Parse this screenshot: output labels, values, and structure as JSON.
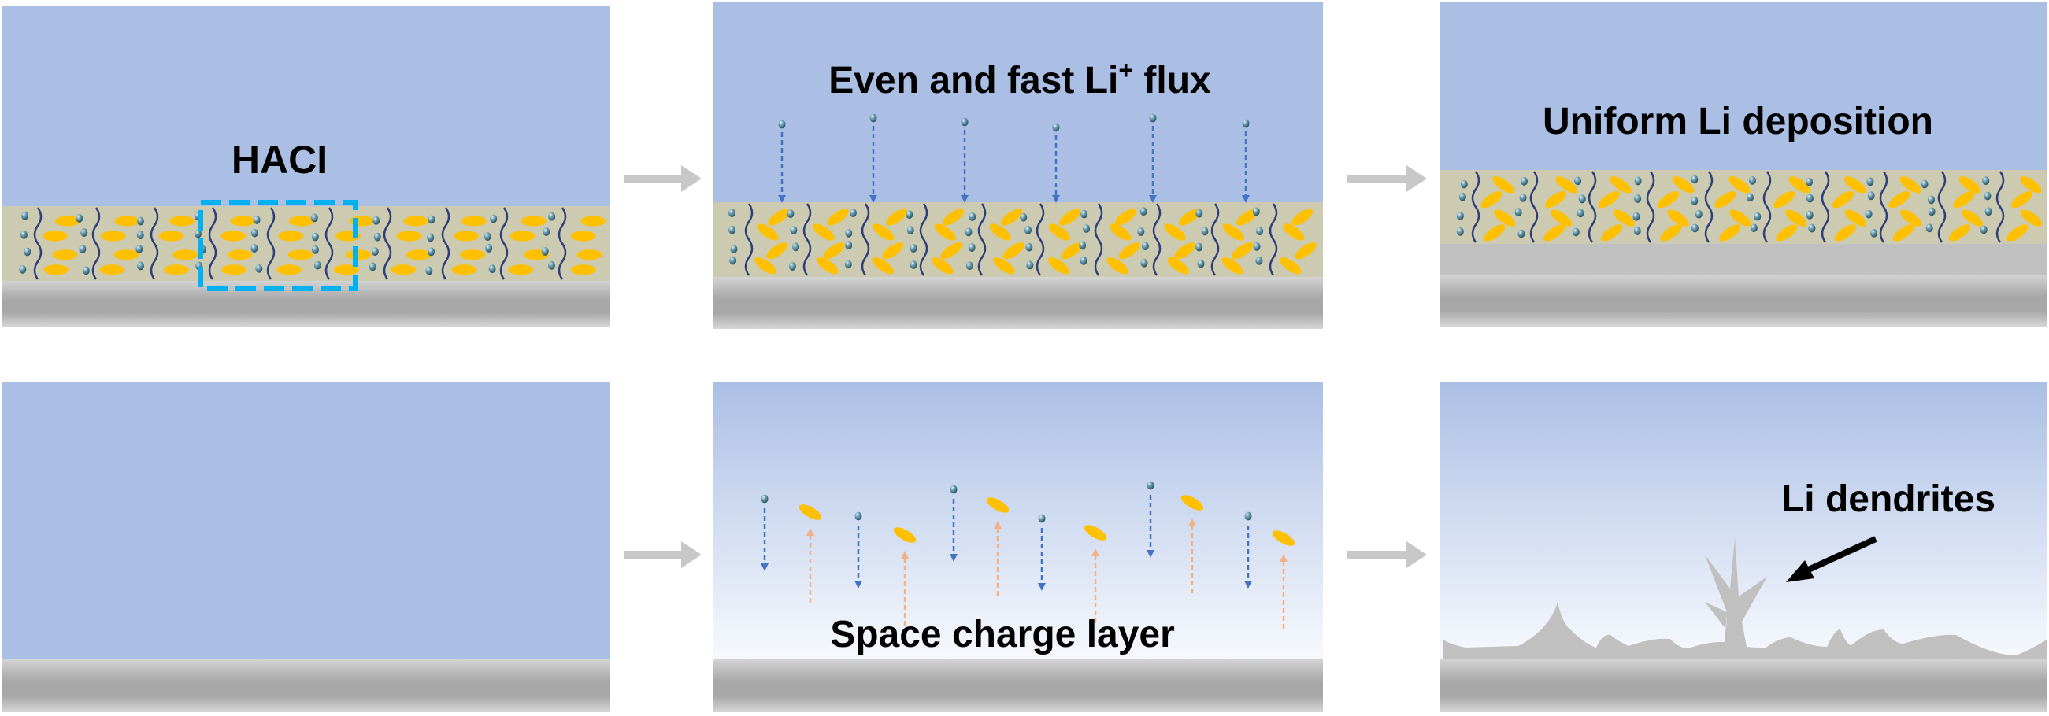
{
  "labels": {
    "haci": "HACI",
    "flux_main": "Even and fast Li",
    "flux_sup": "+",
    "flux_tail": " flux",
    "uniform": "Uniform Li deposition",
    "space_charge": "Space charge layer",
    "dendrites": "Li dendrites"
  },
  "colors": {
    "electrolyte": "#abbfe5",
    "interphase": "#cccbb1",
    "anion": "#ffc000",
    "li_ion": "#4d8196",
    "polymer": "#2f3f7a",
    "highlight_box": "#00b0f0",
    "li_flux_arrow": "#4472c4",
    "anion_arrow": "#f4b183",
    "lithium": "#c0c0c0",
    "process_arrow": "#c8c8c8"
  }
}
